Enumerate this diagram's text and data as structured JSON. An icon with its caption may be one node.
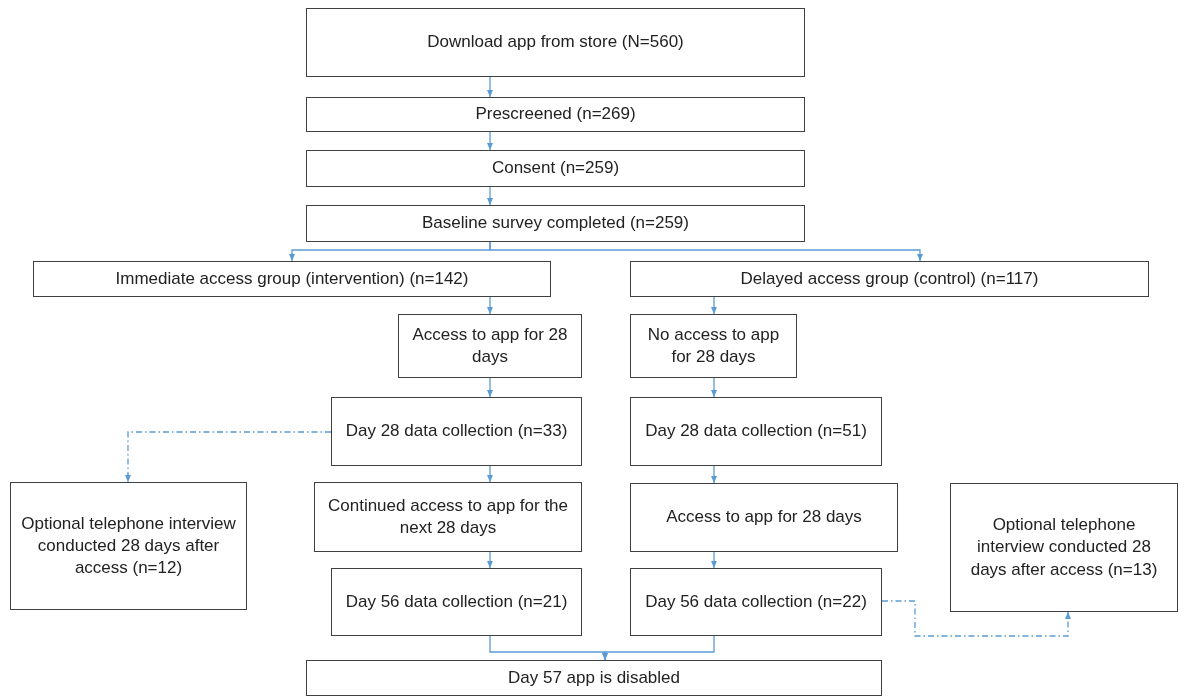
{
  "diagram": {
    "nodes": [
      {
        "text": [
          "Download app from store (N=560)"
        ]
      },
      {
        "text": [
          "Prescreened (n=269)"
        ]
      },
      {
        "text": [
          "Consent (n=259)"
        ]
      },
      {
        "text": [
          "Baseline survey completed (n=259)"
        ]
      },
      {
        "text": [
          "Immediate access group (intervention) (n=142)"
        ]
      },
      {
        "text": [
          "Delayed access group (control) (n=117)"
        ]
      },
      {
        "text": [
          "Access to app for 28 days"
        ]
      },
      {
        "text": [
          "No access to app for 28 days"
        ]
      },
      {
        "text": [
          "Day 28 data collection (n=33)"
        ]
      },
      {
        "text": [
          "Day 28 data collection (n=51)"
        ]
      },
      {
        "text": [
          "Optional telephone interview conducted 28 days after access (n=12)"
        ]
      },
      {
        "text": [
          "Continued access to app for the next 28 days"
        ]
      },
      {
        "text": [
          "Access to app for 28 days"
        ]
      },
      {
        "text": [
          "Optional telephone interview conducted 28 days after access (n=13)"
        ]
      },
      {
        "text": [
          "Day 56 data collection (n=21)"
        ]
      },
      {
        "text": [
          "Day 56 data collection (n=22)"
        ]
      },
      {
        "text": [
          "Day 57 app is disabled"
        ]
      }
    ],
    "edges": [
      {
        "from": 0,
        "to": 1,
        "arrow": "to"
      },
      {
        "from": 1,
        "to": 2,
        "arrow": "to"
      },
      {
        "from": 2,
        "to": 3,
        "arrow": "to"
      },
      {
        "from": 3,
        "to": 4,
        "arrow": "to"
      },
      {
        "from": 3,
        "to": 5,
        "arrow": "to"
      },
      {
        "from": 4,
        "to": 6,
        "arrow": "to"
      },
      {
        "from": 5,
        "to": 7,
        "arrow": "to"
      },
      {
        "from": 6,
        "to": 8,
        "arrow": "to"
      },
      {
        "from": 7,
        "to": 9,
        "arrow": "to"
      },
      {
        "from": 8,
        "to": 10,
        "arrow": "to",
        "style": "dashed"
      },
      {
        "from": 8,
        "to": 11,
        "arrow": "to"
      },
      {
        "from": 9,
        "to": 12,
        "arrow": "to"
      },
      {
        "from": 11,
        "to": 14,
        "arrow": "to"
      },
      {
        "from": 12,
        "to": 15,
        "arrow": "to"
      },
      {
        "from": 15,
        "to": 13,
        "arrow": "to",
        "style": "dashed"
      },
      {
        "from": 14,
        "to": 16,
        "arrow": "to"
      },
      {
        "from": 15,
        "to": 16,
        "arrow": "to"
      }
    ]
  }
}
